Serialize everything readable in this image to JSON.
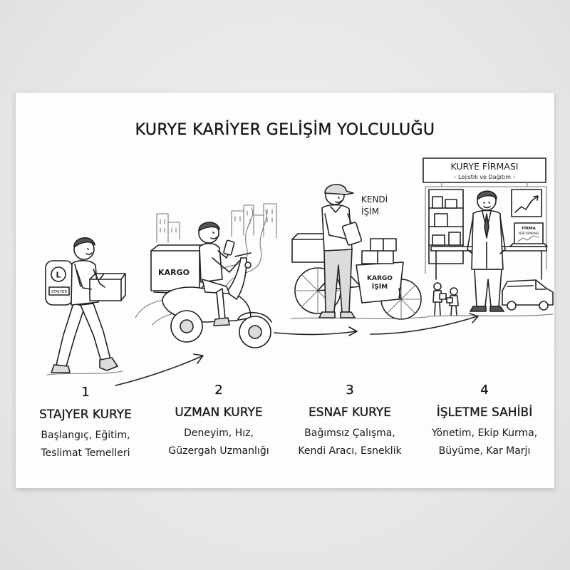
{
  "title": "KURYE KARİYER GELİŞİM YOLCULUĞU",
  "illustration_labels": {
    "backpack_badge": "L",
    "backpack_tag": "STAJYER",
    "scooter_box": "KARGO",
    "own_business_line1": "KENDİ",
    "own_business_line2": "İŞİM",
    "cargo_box_line1": "KARGO",
    "cargo_box_line2": "İŞİM",
    "company_sign_title": "KURYE FİRMASI",
    "company_sign_subtitle": "– Lojistik ve Dağıtım –",
    "laptop_line1": "FİRMA",
    "laptop_line2": "PERFORMANSI"
  },
  "stages": [
    {
      "number": "1",
      "title": "STAJYER KURYE",
      "description": [
        "Başlangıç, Eğitim,",
        "Teslimat Temelleri"
      ]
    },
    {
      "number": "2",
      "title": "UZMAN KURYE",
      "description": [
        "Deneyim, Hız,",
        "Güzergah Uzmanlığı"
      ]
    },
    {
      "number": "3",
      "title": "ESNAF KURYE",
      "description": [
        "Bağımsız Çalışma,",
        "Kendi Aracı, Esneklik"
      ]
    },
    {
      "number": "4",
      "title": "İŞLETME SAHİBİ",
      "description": [
        "Yönetim, Ekip Kurma,",
        "Büyüme, Kar Marjı"
      ]
    }
  ],
  "colors": {
    "ink": "#222222",
    "card": "#fdfdfd",
    "background": "#e9e9e9"
  }
}
